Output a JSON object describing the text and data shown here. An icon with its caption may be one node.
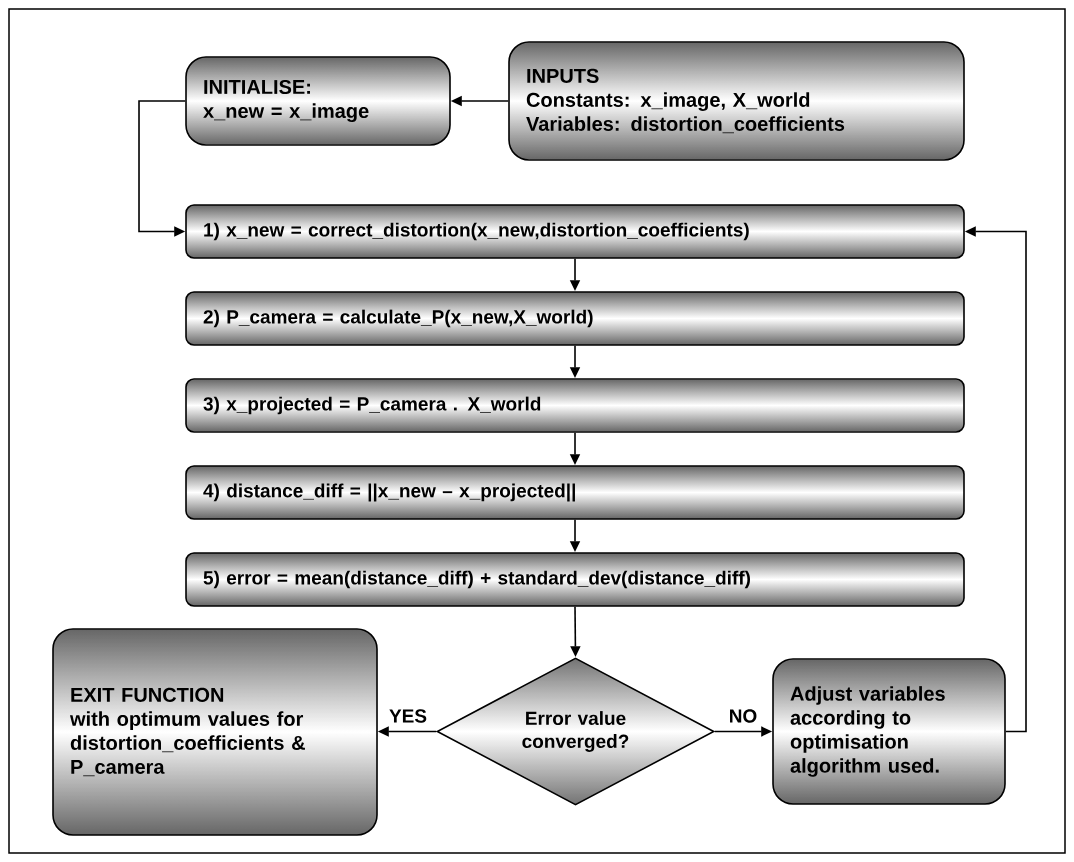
{
  "diagram": {
    "nodes": [
      {
        "text": [
          "INITIALISE:",
          "x_new = x_image"
        ]
      },
      {
        "text": [
          "INPUTS",
          "Constants: x_image, X_world",
          "Variables: distortion_coefficients"
        ]
      },
      {
        "text": [
          "1) x_new = correct_distortion(x_new,distortion_coefficients)"
        ]
      },
      {
        "text": [
          "2) P_camera = calculate_P(x_new,X_world)"
        ]
      },
      {
        "text": [
          "3) x_projected = P_camera . X_world"
        ]
      },
      {
        "text": [
          "4) distance_diff = ||x_new – x_projected||"
        ]
      },
      {
        "text": [
          "5) error = mean(distance_diff) + standard_dev(distance_diff)"
        ]
      },
      {
        "text": [
          "Error value converged?"
        ]
      },
      {
        "text": [
          "EXIT FUNCTION",
          "with optimum values for distortion_coefficients & P_camera"
        ]
      },
      {
        "text": [
          "Adjust variables according to optimisation algorithm used."
        ]
      }
    ],
    "edges": [
      {
        "from": 1,
        "to": 0,
        "arrow": "to"
      },
      {
        "from": 0,
        "to": 2,
        "arrow": "to"
      },
      {
        "from": 2,
        "to": 3,
        "arrow": "to"
      },
      {
        "from": 3,
        "to": 4,
        "arrow": "to"
      },
      {
        "from": 4,
        "to": 5,
        "arrow": "to"
      },
      {
        "from": 5,
        "to": 6,
        "arrow": "to"
      },
      {
        "from": 6,
        "to": 7,
        "arrow": "to"
      },
      {
        "from": 7,
        "to": 8,
        "arrow": "to",
        "label": "YES"
      },
      {
        "from": 7,
        "to": 9,
        "arrow": "to",
        "label": "NO"
      },
      {
        "from": 9,
        "to": 2,
        "arrow": "to"
      }
    ]
  }
}
